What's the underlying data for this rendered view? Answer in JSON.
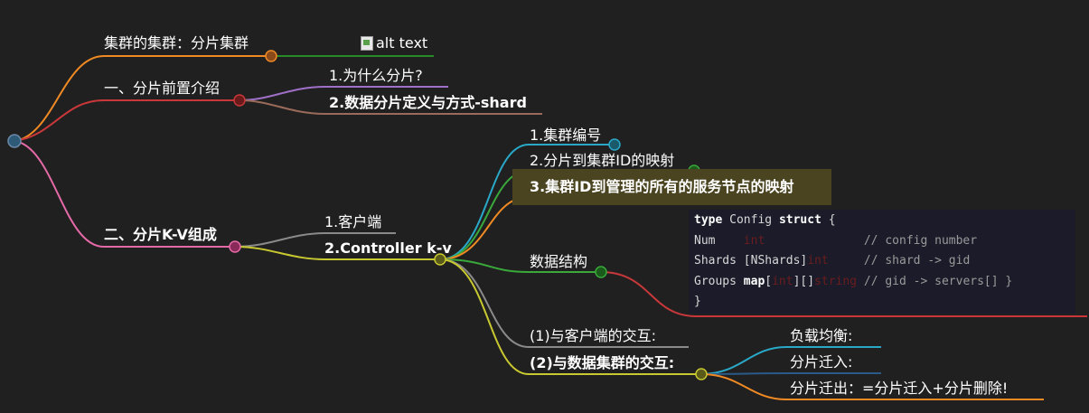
{
  "root": {
    "branch1": {
      "label": "集群的集群：分片集群",
      "image_alt": "alt text"
    },
    "branch2": {
      "label": "一、分片前置介绍",
      "children": [
        "1.为什么分片?",
        "2.数据分片定义与方式-shard"
      ]
    },
    "branch3": {
      "label": "二、分片K-V组成",
      "client": "1.客户端",
      "controller": {
        "label": "2.Controller k-v",
        "items": [
          "1.集群编号",
          "2.分片到集群ID的映射",
          "3.集群ID到管理的所有的服务节点的映射"
        ],
        "data_structure": "数据结构",
        "client_interaction": "(1)与客户端的交互:",
        "cluster_interaction": {
          "label": "(2)与数据集群的交互:",
          "children": [
            "负载均衡:",
            "分片迁入:",
            "分片迁出：=分片迁入+分片删除!"
          ]
        }
      }
    }
  },
  "code": {
    "line1": {
      "kw1": "type",
      "name": "Config",
      "kw2": "struct",
      "rest": "{"
    },
    "line2": {
      "field": "Num",
      "type": "int",
      "comment": "// config number"
    },
    "line3": {
      "field": "Shards",
      "arr": "[NShards]",
      "type": "int",
      "comment": "// shard -> gid"
    },
    "line4": {
      "field": "Groups",
      "kw": "map",
      "type1": "int",
      "mid": "][]",
      "type2": "string",
      "comment": "// gid -> servers[] }"
    },
    "line5": "}"
  },
  "colors": {
    "background": "#202020",
    "orange": "#f08a24",
    "red": "#c8383a",
    "pink": "#e46aa7",
    "purple": "#a070c8",
    "brown": "#9a6a5a",
    "gray": "#8a8a8a",
    "yellow": "#c8c830",
    "teal": "#2aa8c8",
    "green": "#3aa83a",
    "dark_green_line": "#2a8a2a",
    "highlight": "#4a4420"
  }
}
